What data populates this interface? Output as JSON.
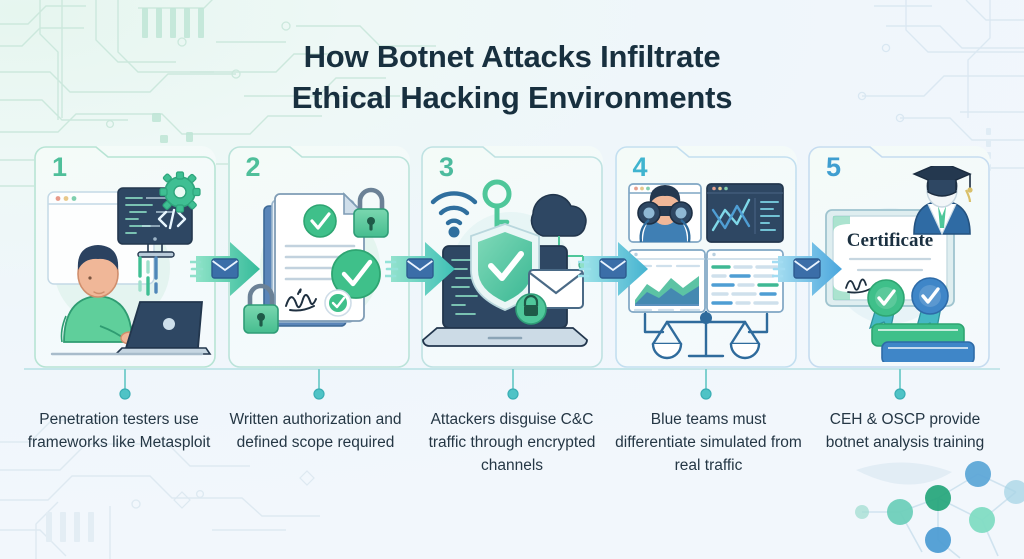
{
  "title": {
    "line1": "How Botnet Attacks Infiltrate",
    "line2": "Ethical Hacking Environments",
    "color": "#18303f"
  },
  "theme": {
    "green": "#3fc08a",
    "green_dark": "#2aa877",
    "teal": "#45b8c4",
    "blue": "#3f8fd0",
    "navy": "#2b4a6b",
    "ink": "#253745",
    "card_border": "#bfe6db",
    "card_border_blue": "#bcdcec",
    "stem": "#7fd0cf",
    "dot": "#4fc3c6"
  },
  "steps": [
    {
      "number": "1",
      "number_color": "#4fbf9a",
      "border_color": "#b7e4d4",
      "art_name": "pentester-at-laptop-illustration",
      "caption": "Penetration testers use frameworks like Metasploit",
      "icons": [
        "browser-window-icon",
        "monitor-code-icon",
        "gear-icon",
        "code-brackets-icon",
        "person-icon",
        "laptop-icon"
      ]
    },
    {
      "number": "2",
      "number_color": "#4fbf9a",
      "border_color": "#bbe3da",
      "art_name": "signed-authorization-document-illustration",
      "caption": "Written authorization and defined scope required",
      "icons": [
        "document-icon",
        "check-circle-icon",
        "signature-icon",
        "padlock-icon"
      ]
    },
    {
      "number": "3",
      "number_color": "#4cbb9e",
      "border_color": "#bfe2e2",
      "art_name": "encrypted-channel-laptop-illustration",
      "caption": "Attackers disguise C&C traffic through encrypted channels",
      "icons": [
        "wifi-icon",
        "key-icon",
        "cloud-network-icon",
        "shield-check-icon",
        "laptop-icon",
        "envelope-lock-icon"
      ]
    },
    {
      "number": "4",
      "number_color": "#3fb4cf",
      "border_color": "#c3dff0",
      "art_name": "blue-team-monitoring-dashboards-illustration",
      "caption": "Blue teams must differentiate simulated from real traffic",
      "icons": [
        "binoculars-person-icon",
        "line-chart-panel-icon",
        "area-chart-panel-icon",
        "log-table-panel-icon",
        "scales-balance-icon"
      ]
    },
    {
      "number": "5",
      "number_color": "#3f9ed0",
      "border_color": "#c6dcf0",
      "art_name": "certification-training-illustration",
      "caption": "CEH & OSCP provide botnet analysis training",
      "certificate_label": "Certificate",
      "icons": [
        "certificate-icon",
        "graduate-person-icon",
        "award-ribbon-icon",
        "books-stack-icon"
      ]
    }
  ],
  "connectors": [
    {
      "name": "arrow-step-1-to-2",
      "icon": "envelope-icon",
      "color_from": "#7ddcc0",
      "color_to": "#35bb9a"
    },
    {
      "name": "arrow-step-2-to-3",
      "icon": "envelope-icon",
      "color_from": "#86dfc6",
      "color_to": "#3ec0b6"
    },
    {
      "name": "arrow-step-3-to-4",
      "icon": "envelope-icon",
      "color_from": "#8fdfe4",
      "color_to": "#45b3d0"
    },
    {
      "name": "arrow-step-4-to-5",
      "icon": "envelope-icon",
      "color_from": "#94d7ee",
      "color_to": "#4aa6dd"
    }
  ],
  "decorations": {
    "circuit_pattern": "circuit-board-background",
    "network_graph": "network-nodes-graph"
  }
}
